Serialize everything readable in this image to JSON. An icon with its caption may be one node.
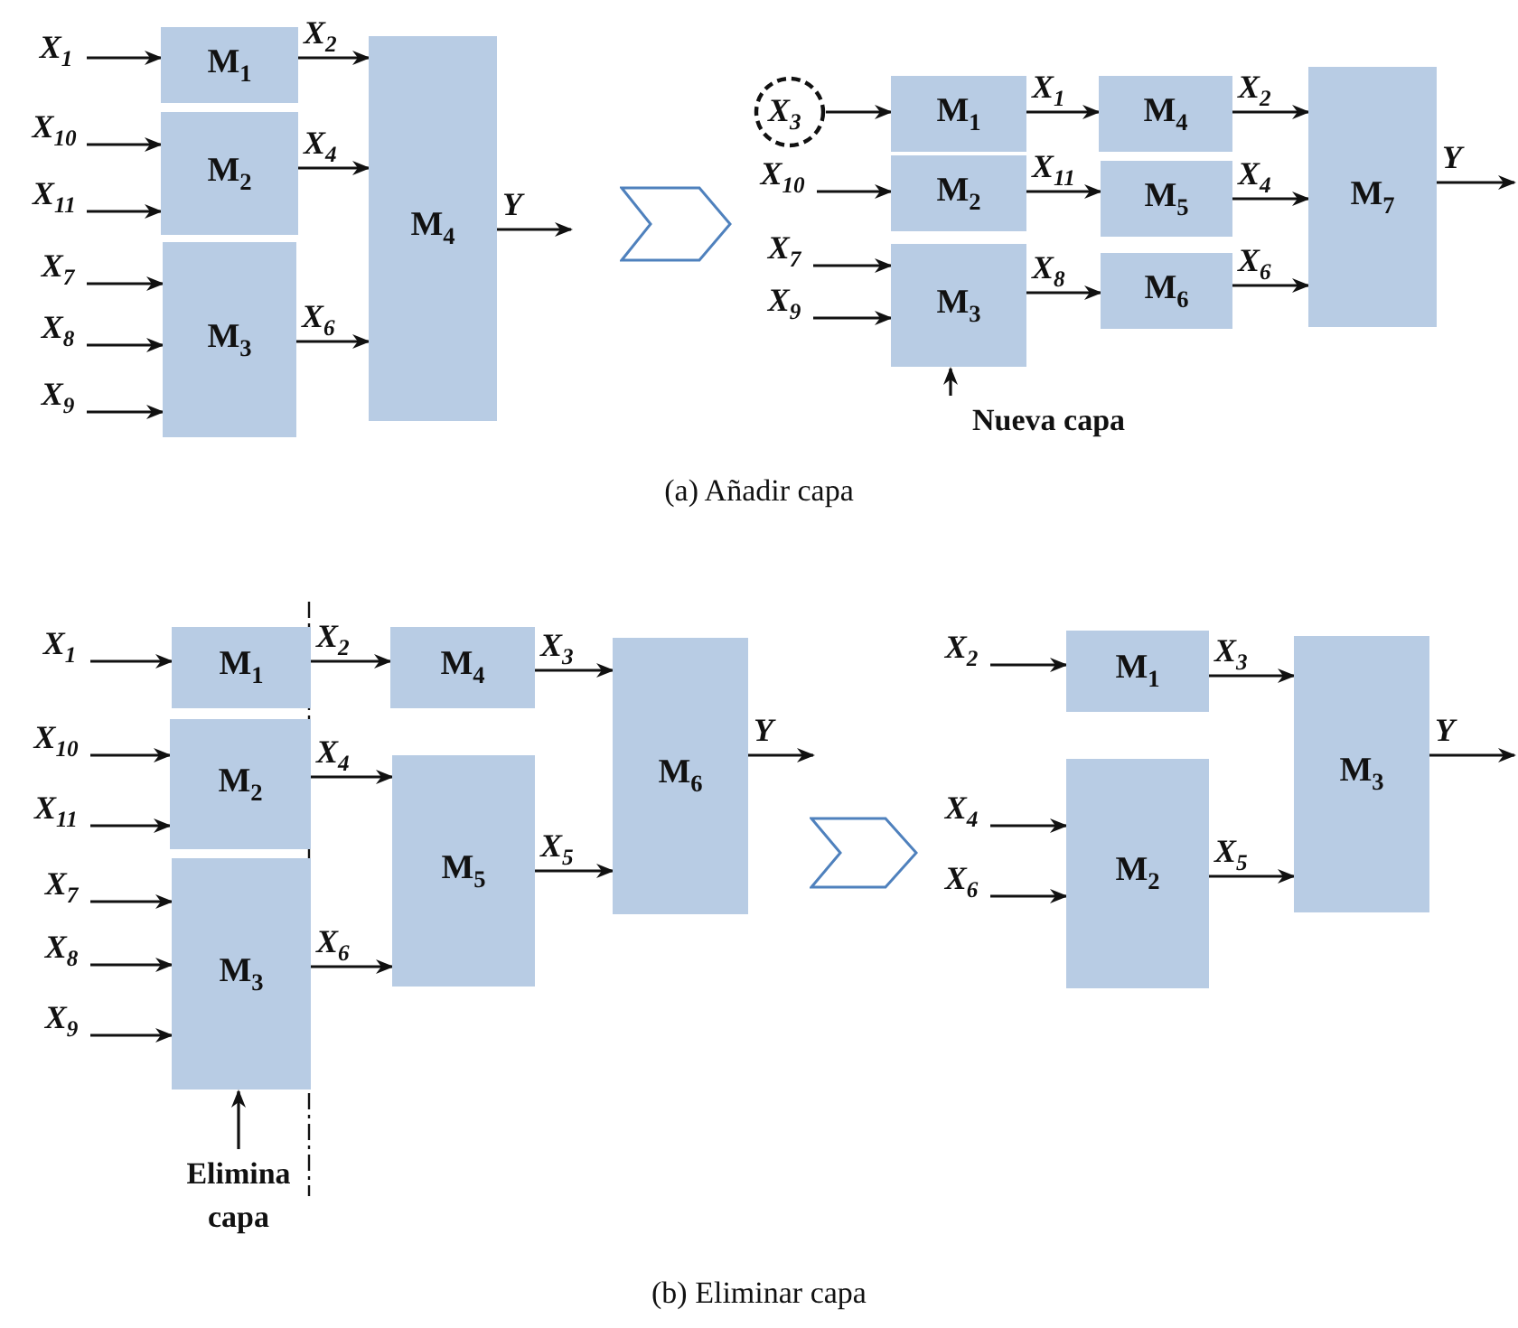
{
  "diagram": {
    "nodes": [
      {
        "text": [
          "X$_{1}$"
        ]
      },
      {
        "text": [
          "X$_{10}$"
        ]
      },
      {
        "text": [
          "X$_{11}$"
        ]
      },
      {
        "text": [
          "X$_{7}$"
        ]
      },
      {
        "text": [
          "X$_{8}$"
        ]
      },
      {
        "text": [
          "X$_{9}$"
        ]
      },
      {
        "text": [
          "M$_{1}$"
        ]
      },
      {
        "text": [
          "M$_{2}$"
        ]
      },
      {
        "text": [
          "M$_{3}$"
        ]
      },
      {
        "text": [
          "M$_{4}$"
        ]
      },
      {
        "text": [],
        "shape": "chevron"
      },
      {
        "text": [
          "X$_{3}$"
        ]
      },
      {
        "text": [
          "X$_{10}$"
        ]
      },
      {
        "text": [
          "X$_{7}$"
        ]
      },
      {
        "text": [
          "X$_{9}$"
        ]
      },
      {
        "text": [
          "M$_{1}$"
        ]
      },
      {
        "text": [
          "M$_{2}$"
        ]
      },
      {
        "text": [
          "M$_{3}$"
        ]
      },
      {
        "text": [
          "M$_{4}$"
        ]
      },
      {
        "text": [
          "M$_{5}$"
        ]
      },
      {
        "text": [
          "M$_{6}$"
        ]
      },
      {
        "text": [
          "M$_{7}$"
        ]
      },
      {
        "text": [
          "Nueva capa"
        ]
      },
      {
        "text": [
          "X$_{1}$"
        ]
      },
      {
        "text": [
          "X$_{10}$"
        ]
      },
      {
        "text": [
          "X$_{11}$"
        ]
      },
      {
        "text": [
          "X$_{7}$"
        ]
      },
      {
        "text": [
          "X$_{8}$"
        ]
      },
      {
        "text": [
          "X$_{9}$"
        ]
      },
      {
        "text": [
          "M$_{1}$"
        ]
      },
      {
        "text": [
          "M$_{2}$"
        ]
      },
      {
        "text": [
          "M$_{3}$"
        ]
      },
      {
        "text": [
          "M$_{4}$"
        ]
      },
      {
        "text": [
          "M$_{5}$"
        ]
      },
      {
        "text": [
          "M$_{6}$"
        ]
      },
      {
        "text": [
          "Elimina capa"
        ]
      },
      {
        "text": [],
        "shape": "chevron"
      },
      {
        "text": [
          "X$_{2}$"
        ]
      },
      {
        "text": [
          "X$_{4}$"
        ]
      },
      {
        "text": [
          "X$_{6}$"
        ]
      },
      {
        "text": [
          "M$_{1}$"
        ]
      },
      {
        "text": [
          "M$_{2}$"
        ]
      },
      {
        "text": [
          "M$_{3}$"
        ]
      }
    ],
    "edges": [
      {
        "from": 0,
        "to": 6,
        "arrow": "to"
      },
      {
        "from": 1,
        "to": 7,
        "arrow": "to"
      },
      {
        "from": 2,
        "to": 7,
        "arrow": "to"
      },
      {
        "from": 3,
        "to": 8,
        "arrow": "to"
      },
      {
        "from": 4,
        "to": 8,
        "arrow": "to"
      },
      {
        "from": 5,
        "to": 8,
        "arrow": "to"
      },
      {
        "from": 6,
        "to": 9,
        "arrow": "to",
        "label": "X$_{2}$"
      },
      {
        "from": 7,
        "to": 9,
        "arrow": "to",
        "label": "X$_{4}$"
      },
      {
        "from": 8,
        "to": 9,
        "arrow": "to",
        "label": "X$_{6}$"
      },
      {
        "from": 9,
        "to": null,
        "arrow": "to",
        "label": "Y"
      },
      {
        "from": 11,
        "to": 15,
        "arrow": "to"
      },
      {
        "from": 12,
        "to": 16,
        "arrow": "to"
      },
      {
        "from": 13,
        "to": 17,
        "arrow": "to"
      },
      {
        "from": 14,
        "to": 17,
        "arrow": "to"
      },
      {
        "from": 15,
        "to": 18,
        "arrow": "to",
        "label": "X$_{1}$"
      },
      {
        "from": 16,
        "to": 19,
        "arrow": "to",
        "label": "X$_{11}$"
      },
      {
        "from": 17,
        "to": 20,
        "arrow": "to",
        "label": "X$_{8}$"
      },
      {
        "from": 18,
        "to": 21,
        "arrow": "to",
        "label": "X$_{2}$"
      },
      {
        "from": 19,
        "to": 21,
        "arrow": "to",
        "label": "X$_{4}$"
      },
      {
        "from": 20,
        "to": 21,
        "arrow": "to",
        "label": "X$_{6}$"
      },
      {
        "from": 21,
        "to": null,
        "arrow": "to",
        "label": "Y"
      },
      {
        "from": 22,
        "to": 17,
        "arrow": "to"
      },
      {
        "from": 23,
        "to": 29,
        "arrow": "to"
      },
      {
        "from": 24,
        "to": 30,
        "arrow": "to"
      },
      {
        "from": 25,
        "to": 30,
        "arrow": "to"
      },
      {
        "from": 26,
        "to": 31,
        "arrow": "to"
      },
      {
        "from": 27,
        "to": 31,
        "arrow": "to"
      },
      {
        "from": 28,
        "to": 31,
        "arrow": "to"
      },
      {
        "from": 29,
        "to": 32,
        "arrow": "to",
        "label": "X$_{2}$"
      },
      {
        "from": 30,
        "to": 33,
        "arrow": "to",
        "label": "X$_{4}$"
      },
      {
        "from": 31,
        "to": 33,
        "arrow": "to",
        "label": "X$_{6}$"
      },
      {
        "from": 32,
        "to": 34,
        "arrow": "to",
        "label": "X$_{3}$"
      },
      {
        "from": 33,
        "to": 34,
        "arrow": "to",
        "label": "X$_{5}$"
      },
      {
        "from": 34,
        "to": null,
        "arrow": "to",
        "label": "Y"
      },
      {
        "from": 35,
        "to": 31,
        "arrow": "to"
      },
      {
        "from": 37,
        "to": 40,
        "arrow": "to"
      },
      {
        "from": 38,
        "to": 41,
        "arrow": "to"
      },
      {
        "from": 39,
        "to": 41,
        "arrow": "to"
      },
      {
        "from": 40,
        "to": 42,
        "arrow": "to",
        "label": "X$_{3}$"
      },
      {
        "from": 41,
        "to": 42,
        "arrow": "to",
        "label": "X$_{5}$"
      },
      {
        "from": 42,
        "to": null,
        "arrow": "to",
        "label": "Y"
      }
    ],
    "labels": [
      "(a) Añadir capa",
      "(b) Eliminar capa"
    ]
  }
}
